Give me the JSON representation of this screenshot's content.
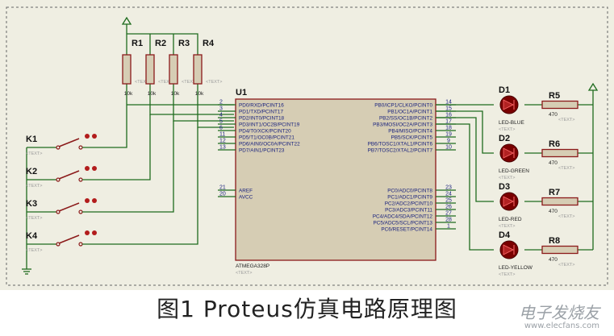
{
  "caption": "图1 Proteus仿真电路原理图",
  "watermark": {
    "main": "电子发烧友",
    "sub": "www.elecfans.com"
  },
  "colors": {
    "background": "#efeee2",
    "wire": "#1e6b1e",
    "component": "#8b1a1a",
    "ic_fill": "#d6cdb4",
    "led": "#7a0000",
    "pin_text": "#1a237e"
  },
  "mcu": {
    "ref": "U1",
    "part": "ATMEGA328P",
    "text_tag": "<TEXT>",
    "left_pins": [
      {
        "num": "2",
        "name": "PD0/RXD/PCINT16"
      },
      {
        "num": "3",
        "name": "PD1/TXD/PCINT17"
      },
      {
        "num": "4",
        "name": "PD2/INT0/PCINT18"
      },
      {
        "num": "5",
        "name": "PD3/INT1/OC2B/PCINT19"
      },
      {
        "num": "6",
        "name": "PD4/T0/XCK/PCINT20"
      },
      {
        "num": "11",
        "name": "PD5/T1/OC0B/PCINT21"
      },
      {
        "num": "12",
        "name": "PD6/AIN0/OC0A/PCINT22"
      },
      {
        "num": "13",
        "name": "PD7/AIN1/PCINT23"
      },
      {
        "num": "21",
        "name": "AREF"
      },
      {
        "num": "20",
        "name": "AVCC"
      }
    ],
    "right_pins": [
      {
        "num": "14",
        "name": "PB0/ICP1/CLKO/PCINT0"
      },
      {
        "num": "15",
        "name": "PB1/OC1A/PCINT1"
      },
      {
        "num": "16",
        "name": "PB2/SS/OC1B/PCINT2"
      },
      {
        "num": "17",
        "name": "PB3/MOSI/OC2A/PCINT3"
      },
      {
        "num": "18",
        "name": "PB4/MISO/PCINT4"
      },
      {
        "num": "19",
        "name": "PB5/SCK/PCINT5"
      },
      {
        "num": "9",
        "name": "PB6/TOSC1/XTAL1/PCINT6"
      },
      {
        "num": "10",
        "name": "PB7/TOSC2/XTAL2/PCINT7"
      },
      {
        "num": "23",
        "name": "PC0/ADC0/PCINT8"
      },
      {
        "num": "24",
        "name": "PC1/ADC1/PCINT9"
      },
      {
        "num": "25",
        "name": "PC2/ADC2/PCINT10"
      },
      {
        "num": "26",
        "name": "PC3/ADC3/PCINT11"
      },
      {
        "num": "27",
        "name": "PC4/ADC4/SDA/PCINT12"
      },
      {
        "num": "28",
        "name": "PC5/ADC5/SCL/PCINT13"
      },
      {
        "num": "1",
        "name": "PC6/RESET/PCINT14"
      }
    ]
  },
  "pullups": [
    {
      "ref": "R1",
      "value": "10k"
    },
    {
      "ref": "R2",
      "value": "10k"
    },
    {
      "ref": "R3",
      "value": "10k"
    },
    {
      "ref": "R4",
      "value": "10k"
    }
  ],
  "switches": [
    {
      "ref": "K1"
    },
    {
      "ref": "K2"
    },
    {
      "ref": "K3"
    },
    {
      "ref": "K4"
    }
  ],
  "leds": [
    {
      "ref": "D1",
      "part": "LED-BLUE"
    },
    {
      "ref": "D2",
      "part": "LED-GREEN"
    },
    {
      "ref": "D3",
      "part": "LED-RED"
    },
    {
      "ref": "D4",
      "part": "LED-YELLOW"
    }
  ],
  "led_resistors": [
    {
      "ref": "R5",
      "value": "470"
    },
    {
      "ref": "R6",
      "value": "470"
    },
    {
      "ref": "R7",
      "value": "470"
    },
    {
      "ref": "R8",
      "value": "470"
    }
  ]
}
